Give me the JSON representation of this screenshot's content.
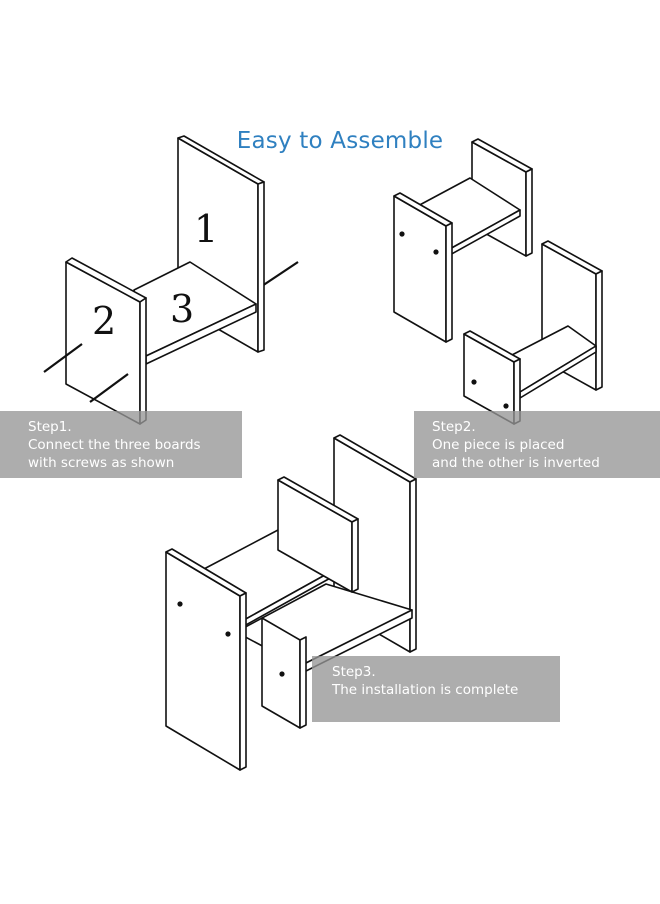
{
  "title": "Easy to Assemble",
  "steps": [
    {
      "label": "Step1.",
      "lines": [
        "Connect the three boards",
        "with screws as shown"
      ]
    },
    {
      "label": "Step2.",
      "lines": [
        "One piece is placed",
        "and the other is inverted"
      ]
    },
    {
      "label": "Step3.",
      "lines": [
        "The installation is complete"
      ]
    }
  ],
  "board_numbers": [
    "1",
    "2",
    "3"
  ],
  "colors": {
    "title": "#2f80c0",
    "caption_bg": "#969696",
    "caption_text": "#ffffff",
    "line": "#111111"
  }
}
